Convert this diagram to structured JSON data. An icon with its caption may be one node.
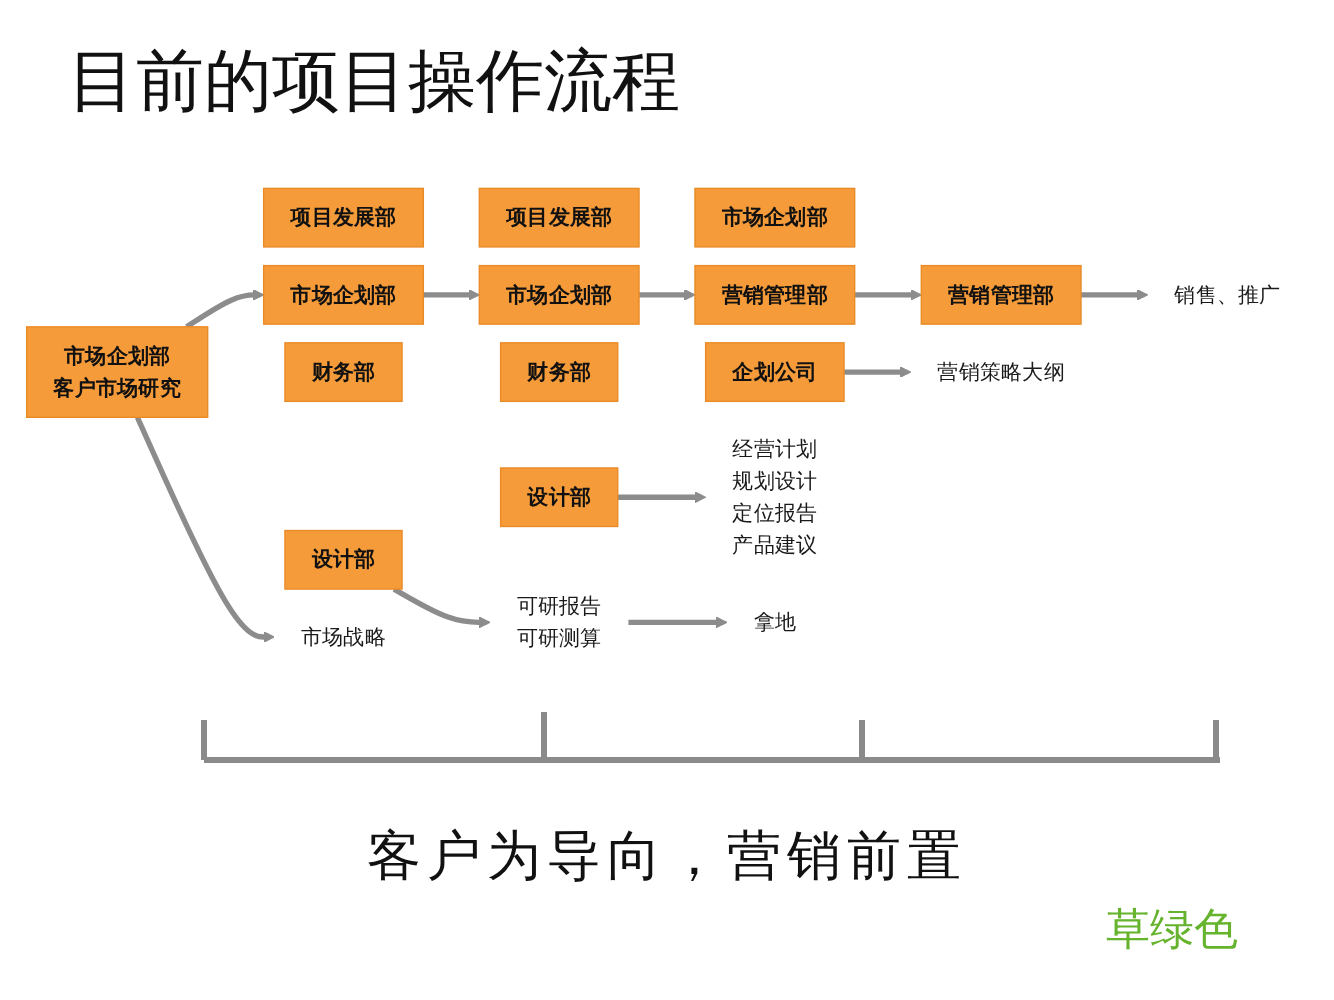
{
  "diagram": {
    "title": "目前的项目操作流程",
    "caption": "客户为导向，营销前置",
    "nodes": [
      {
        "text": [
          "市场企划部",
          "客户市场研究"
        ]
      },
      {
        "text": [
          "市场战略"
        ]
      },
      {
        "text": [
          "项目发展部"
        ]
      },
      {
        "text": [
          "市场企划部"
        ]
      },
      {
        "text": [
          "财务部"
        ]
      },
      {
        "text": [
          "设计部"
        ]
      },
      {
        "text": [
          "可研报告",
          "可研测算"
        ]
      },
      {
        "text": [
          "拿地"
        ]
      },
      {
        "text": [
          "项目发展部"
        ]
      },
      {
        "text": [
          "市场企划部"
        ]
      },
      {
        "text": [
          "财务部"
        ]
      },
      {
        "text": [
          "设计部"
        ]
      },
      {
        "text": [
          "经营计划",
          "规划设计",
          "定位报告",
          "产品建议"
        ]
      },
      {
        "text": [
          "市场企划部"
        ]
      },
      {
        "text": [
          "营销管理部"
        ]
      },
      {
        "text": [
          "企划公司"
        ]
      },
      {
        "text": [
          "营销策略大纲"
        ]
      },
      {
        "text": [
          "营销管理部"
        ]
      },
      {
        "text": [
          "销售、推广"
        ]
      }
    ],
    "edges": [
      {
        "from": 0,
        "to": 1,
        "arrow": "to"
      },
      {
        "from": 0,
        "to": 3,
        "arrow": "to"
      },
      {
        "from": 5,
        "to": 6,
        "arrow": "to"
      },
      {
        "from": 6,
        "to": 7,
        "arrow": "to"
      },
      {
        "from": 3,
        "to": 9,
        "arrow": "to"
      },
      {
        "from": 11,
        "to": 12,
        "arrow": "to"
      },
      {
        "from": 9,
        "to": 14,
        "arrow": "to"
      },
      {
        "from": 15,
        "to": 16,
        "arrow": "to"
      },
      {
        "from": 14,
        "to": 17,
        "arrow": "to"
      },
      {
        "from": 17,
        "to": 18,
        "arrow": "to"
      }
    ],
    "labels": [
      "草绿色"
    ]
  }
}
